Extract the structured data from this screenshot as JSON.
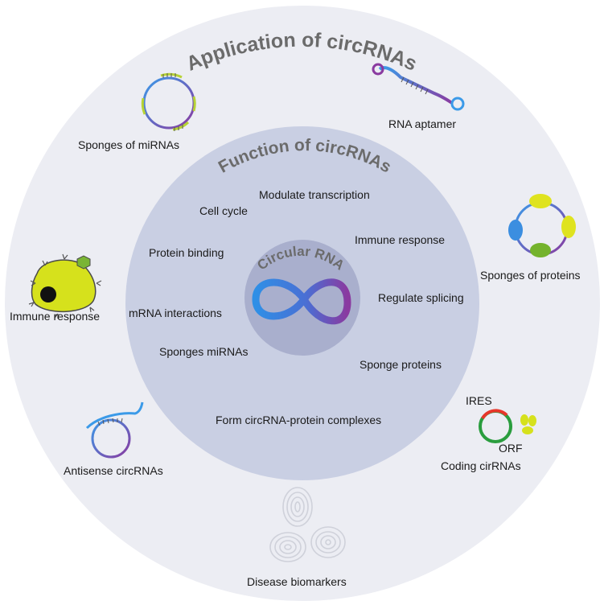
{
  "outer_ring": {
    "title": "Application of circRNAs",
    "items": {
      "sponges_mirnas": "Sponges of miRNAs",
      "rna_aptamer": "RNA aptamer",
      "sponges_proteins": "Sponges of proteins",
      "immune_response": "Immune response",
      "antisense": "Antisense circRNAs",
      "coding": "Coding cirRNAs",
      "ires": "IRES",
      "orf": "ORF",
      "biomarkers": "Disease biomarkers"
    }
  },
  "middle_ring": {
    "title": "Function of circRNAs",
    "items": {
      "modulate_transcription": "Modulate transcription",
      "cell_cycle": "Cell cycle",
      "protein_binding": "Protein binding",
      "immune_response": "Immune response",
      "regulate_splicing": "Regulate splicing",
      "mrna_interactions": "mRNA interactions",
      "sponges_mirnas": "Sponges miRNAs",
      "sponge_proteins": "Sponge proteins",
      "complexes": "Form circRNA-protein complexes"
    }
  },
  "core": {
    "title": "Circular RNA"
  },
  "colors": {
    "outer_ring": "#ecedf3",
    "middle_ring": "#c9cfe3",
    "core": "#a9afcd",
    "accent_blue": "#3d7fd9",
    "accent_purple": "#7d3d9e",
    "lime": "#c8dc1e",
    "green": "#74b32c"
  }
}
